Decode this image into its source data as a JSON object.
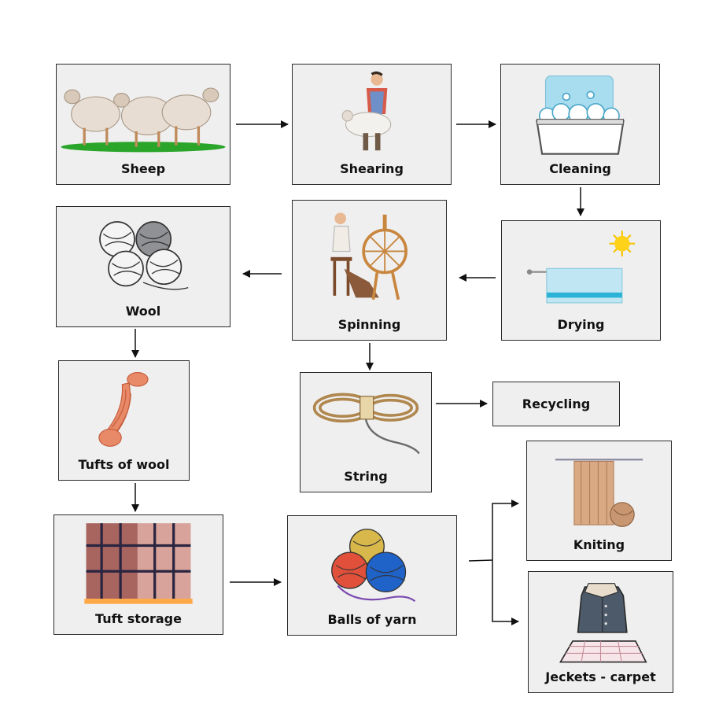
{
  "nodes": {
    "sheep": {
      "label": "Sheep",
      "icon": "sheep-icon"
    },
    "shearing": {
      "label": "Shearing",
      "icon": "shearing-icon"
    },
    "cleaning": {
      "label": "Cleaning",
      "icon": "washing-tub-icon"
    },
    "drying": {
      "label": "Drying",
      "icon": "towel-sun-icon"
    },
    "spinning": {
      "label": "Spinning",
      "icon": "spinning-wheel-icon"
    },
    "wool": {
      "label": "Wool",
      "icon": "wool-balls-icon"
    },
    "tufts": {
      "label": "Tufts of wool",
      "icon": "wool-skein-icon"
    },
    "string": {
      "label": "String",
      "icon": "string-coil-icon"
    },
    "recycling": {
      "label": "Recycling"
    },
    "storage": {
      "label": "Tuft storage",
      "icon": "pallet-storage-icon"
    },
    "yarn": {
      "label": "Balls of yarn",
      "icon": "yarn-balls-icon"
    },
    "knitting": {
      "label": "Kniting",
      "icon": "knitting-icon"
    },
    "jackets": {
      "label": "Jeckets - carpet",
      "icon": "coat-carpet-icon"
    }
  },
  "edges": [
    [
      "sheep",
      "shearing"
    ],
    [
      "shearing",
      "cleaning"
    ],
    [
      "cleaning",
      "drying"
    ],
    [
      "drying",
      "spinning"
    ],
    [
      "spinning",
      "wool"
    ],
    [
      "spinning",
      "string"
    ],
    [
      "wool",
      "tufts"
    ],
    [
      "tufts",
      "storage"
    ],
    [
      "string",
      "recycling"
    ],
    [
      "storage",
      "yarn"
    ],
    [
      "yarn",
      "knitting"
    ],
    [
      "yarn",
      "jackets"
    ]
  ],
  "colors": {
    "box_fill": "#efefef",
    "box_border": "#2b2b2b",
    "arrow": "#111111"
  }
}
